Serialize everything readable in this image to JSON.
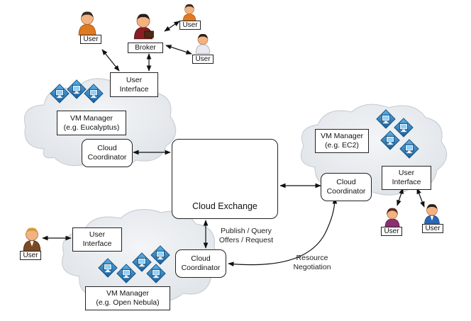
{
  "labels": {
    "user_tl": "User",
    "broker": "Broker",
    "user_top_right_1": "User",
    "user_top_right_2": "User",
    "ui_top": "User\nInterface",
    "vm_manager_euca": "VM Manager\n(e.g. Eucalyptus)",
    "coordinator_left": "Cloud\nCoordinator",
    "cloud_exchange": "Cloud Exchange",
    "vm_manager_ec2": "VM Manager\n(e.g. EC2)",
    "coordinator_right": "Cloud\nCoordinator",
    "ui_right": "User\nInterface",
    "user_right_1": "User",
    "user_right_2": "User",
    "user_bottom_left": "User",
    "ui_bottom": "User\nInterface",
    "coordinator_bottom": "Cloud\nCoordinator",
    "vm_manager_nebula": "VM Manager\n(e.g. Open Nebula)",
    "publish_query": "Publish / Query\nOffers / Request",
    "resource_negotiation": "Resource\nNegotiation"
  },
  "colors": {
    "cloud_fill": "#e6eaee",
    "vm_icon_blue": "#1e6fa8",
    "exchange_blue": "#1f6fae",
    "arrow": "#111111"
  }
}
